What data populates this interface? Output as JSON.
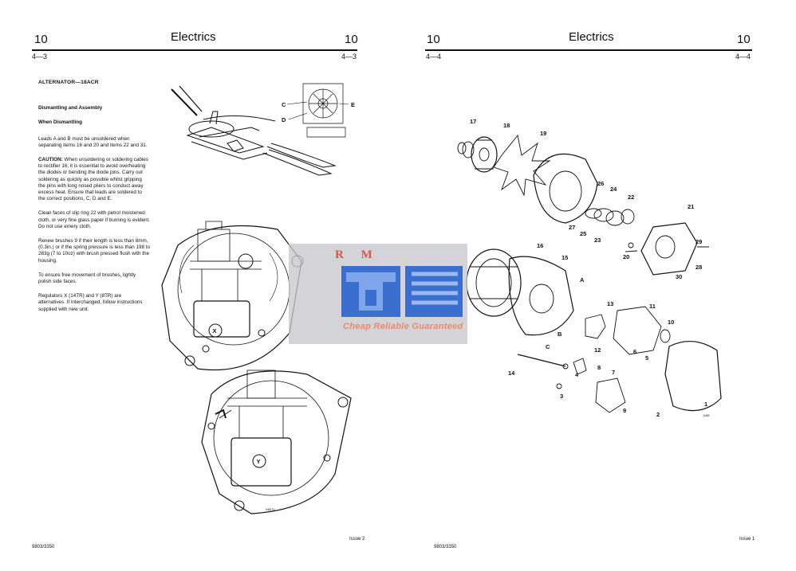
{
  "left_page": {
    "section_number_left": "10",
    "section_title": "Electrics",
    "section_number_right": "10",
    "page_code_left": "4—3",
    "page_code_right": "4—3",
    "footer_code": "9803/3350",
    "footer_issue": "Issue 2",
    "heading": "ALTERNATOR—18ACR",
    "subheading": "Dismantling and Assembly",
    "sub_subheading": "When Dismantling",
    "para1": "Leads A and B must be unsoldered when separating items 16 and 20 and items 22 and 31.",
    "caution_label": "CAUTION:",
    "caution_text": "When unsoldering or soldering cables to rectifier 16, it is essential to avoid overheating the diodes or bending the diode pins. Carry out soldering as quickly as possible whilst gripping the pins with long nosed pliers to conduct away excess heat. Ensure that leads are soldered to the correct positions, C, D and E.",
    "para3": "Clean faces of slip ring 22 with petrol moistened cloth, or very fine glass paper if burning is evident. Do not use emery cloth.",
    "para4": "Renew brushes 9 if their length is less than 8mm, (0.3in.) or if the spring pressure is less than 198 to 283g (7 to 10oz) with brush pressed flush with the housing.",
    "para5": "To ensure free movement of brushes, lightly polish side faces.",
    "para6": "Regulators X (14TR) and Y (8TR) are alternatives. If interchanged, follow instructions supplied with new unit.",
    "fig_labels": {
      "c": "C",
      "d": "D",
      "e": "E",
      "x": "X",
      "y": "Y",
      "fig_code": "S8074"
    }
  },
  "right_page": {
    "section_number_left": "10",
    "section_title": "Electrics",
    "section_number_right": "10",
    "page_code_left": "4—4",
    "page_code_right": "4—4",
    "footer_code": "9803/3350",
    "footer_issue": "Issue 1",
    "fig_code": "1185",
    "part_labels": [
      "17",
      "18",
      "19",
      "26",
      "24",
      "22",
      "21",
      "27",
      "25",
      "23",
      "29",
      "20",
      "28",
      "30",
      "16",
      "15",
      "A",
      "13",
      "11",
      "10",
      "B",
      "12",
      "C",
      "8",
      "6",
      "5",
      "14",
      "4",
      "7",
      "3",
      "9",
      "1",
      "2"
    ]
  },
  "watermark": {
    "brand": "R M",
    "tagline": "Cheap Reliable Guaranteed",
    "colors": {
      "bg": "#c8c8cd",
      "brand": "#d9534f",
      "icon": "#3b6fcf",
      "tagline": "#e88a6a"
    }
  }
}
